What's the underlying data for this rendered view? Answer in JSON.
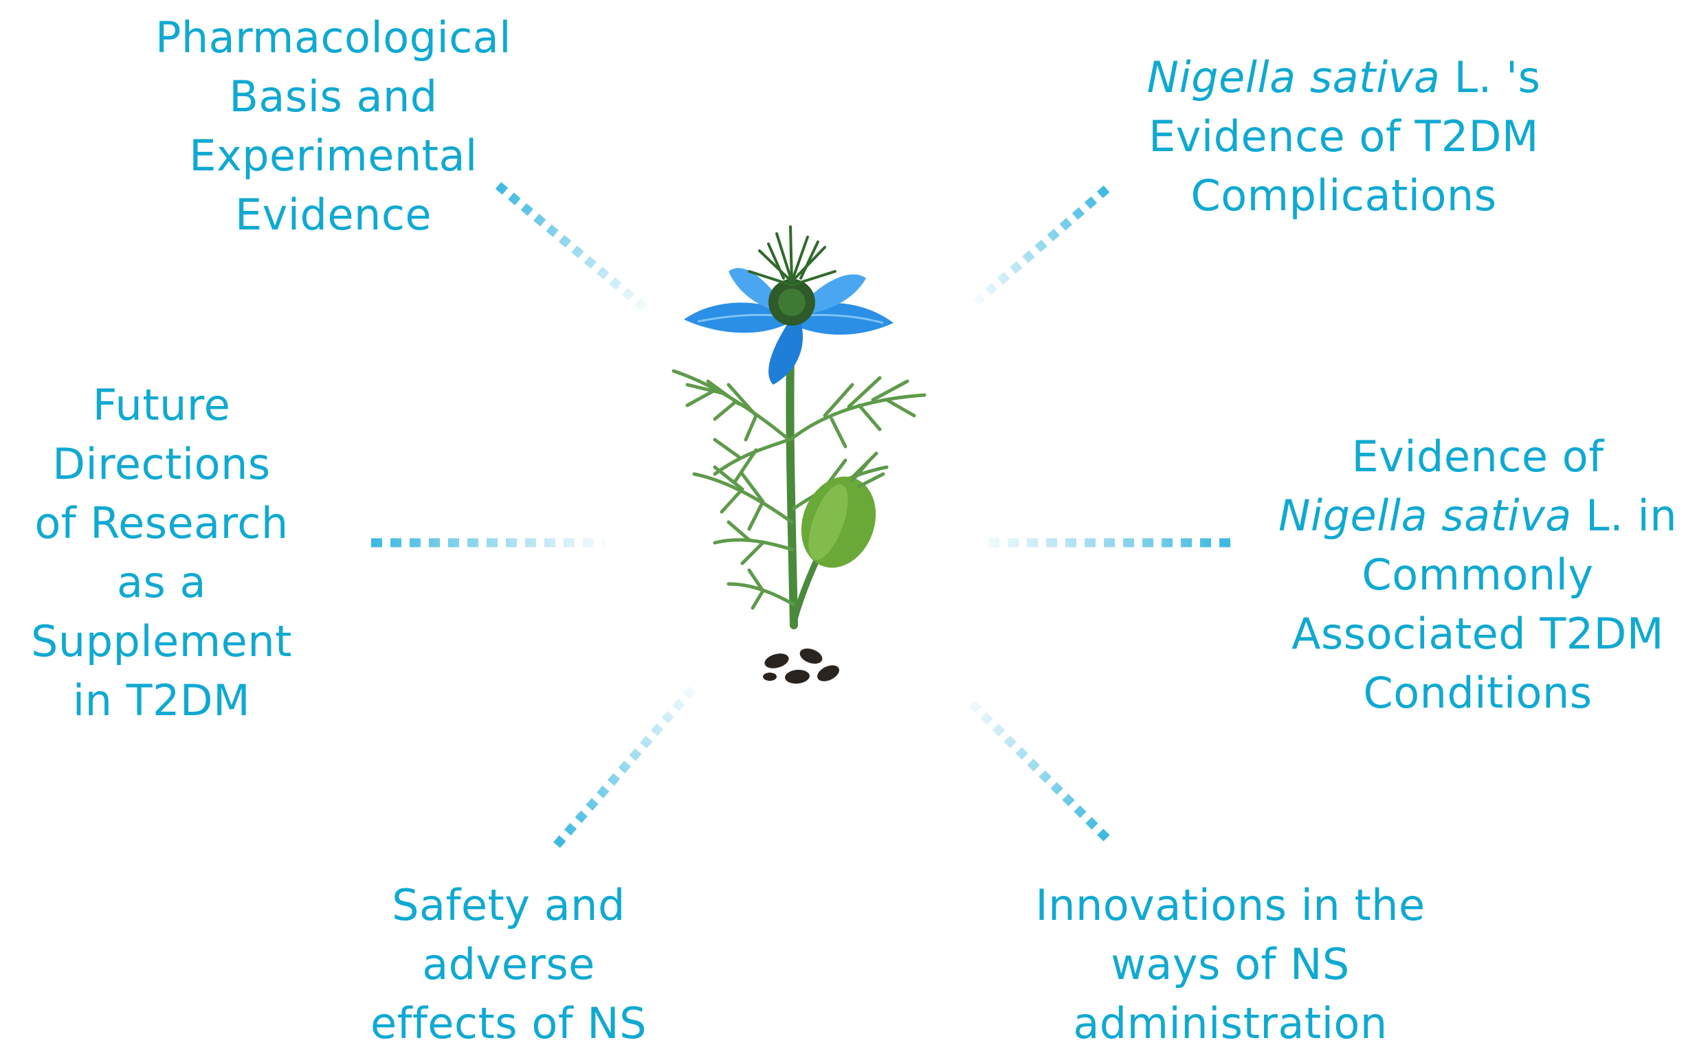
{
  "topics": {
    "top_left": {
      "lines": [
        "Pharmacological",
        "Basis and",
        "Experimental",
        "Evidence"
      ]
    },
    "top_right": {
      "line1_italic": "Nigella sativa",
      "line1_rest": " L. 's",
      "line2": "Evidence of T2DM",
      "line3": "Complications"
    },
    "mid_left": {
      "lines": [
        "Future",
        "Directions",
        "of Research",
        "as a",
        "Supplement",
        "in T2DM"
      ]
    },
    "mid_right": {
      "line1": "Evidence of",
      "line2_italic": "Nigella sativa",
      "line2_rest": " L. in",
      "line3": "Commonly",
      "line4": "Associated T2DM",
      "line5": "Conditions"
    },
    "bot_left": {
      "lines": [
        "Safety and",
        "adverse",
        "effects of NS"
      ]
    },
    "bot_right": {
      "lines": [
        "Innovations in the",
        "ways of NS",
        "administration"
      ]
    }
  },
  "colors": {
    "text": "#0fa9d2",
    "connector": "#3bb8e0",
    "petal": "#2b8fe6",
    "petal_light": "#7cc4f5",
    "stem": "#4a8a3a",
    "leaf": "#5e9a4a",
    "pod": "#6aa838",
    "seed": "#2a2420"
  },
  "icons": {
    "center": "nigella-sativa-plant-icon"
  }
}
